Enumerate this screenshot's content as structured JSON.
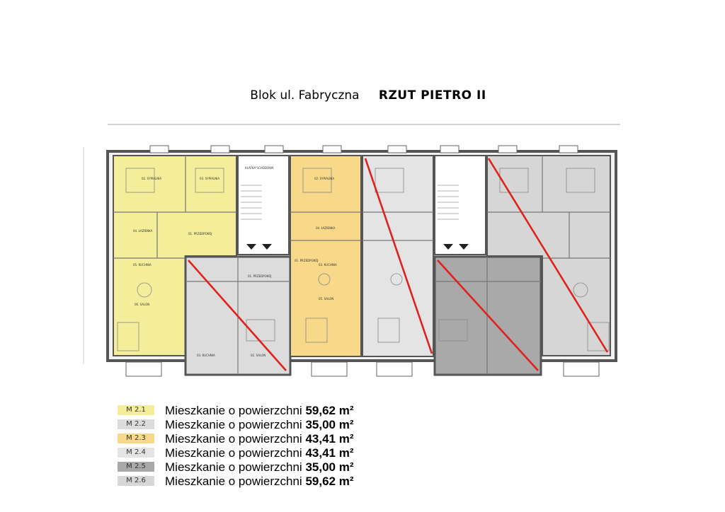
{
  "header": {
    "title": "Blok ul. Fabryczna",
    "subtitle": "RZUT PIETRO  II"
  },
  "colors": {
    "m21": "#f4ee9a",
    "m22": "#dcdcdc",
    "m23": "#f8d98a",
    "m24": "#e4e4e4",
    "m25": "#a9a9a9",
    "m26": "#d6d6d6",
    "cross_line": "#e0211d",
    "wall": "#555555"
  },
  "legend": [
    {
      "code": "M 2.1",
      "text": "Mieszkanie o powierzchni",
      "area": "59,62 m²",
      "color": "#f4ee9a"
    },
    {
      "code": "M 2.2",
      "text": "Mieszkanie o powierzchni",
      "area": "35,00 m²",
      "color": "#dcdcdc"
    },
    {
      "code": "M 2.3",
      "text": "Mieszkanie o powierzchni",
      "area": "43,41 m²",
      "color": "#f8d98a"
    },
    {
      "code": "M 2.4",
      "text": "Mieszkanie o powierzchni",
      "area": "43,41 m²",
      "color": "#e4e4e4"
    },
    {
      "code": "M 2.5",
      "text": "Mieszkanie o powierzchni",
      "area": "35,00 m²",
      "color": "#a9a9a9"
    },
    {
      "code": "M 2.6",
      "text": "Mieszkanie o powierzchni",
      "area": "59,62 m²",
      "color": "#d6d6d6"
    }
  ],
  "plan": {
    "room_labels": [
      "02. SYPIALNIA",
      "03. SYPIALNIA",
      "04. ŁAZIENKA",
      "01. PRZEDPOKÓJ",
      "05. KUCHNIA",
      "06. SALON",
      "01. PRZEDPOKÓJ",
      "03. KUCHNIA",
      "02. SALON",
      "02. SYPIALNIA",
      "04. ŁAZIENKA",
      "01. PRZEDPOKÓJ",
      "03. KUCHNIA",
      "05. SALON",
      "KLATKA SCHODOWA"
    ]
  }
}
